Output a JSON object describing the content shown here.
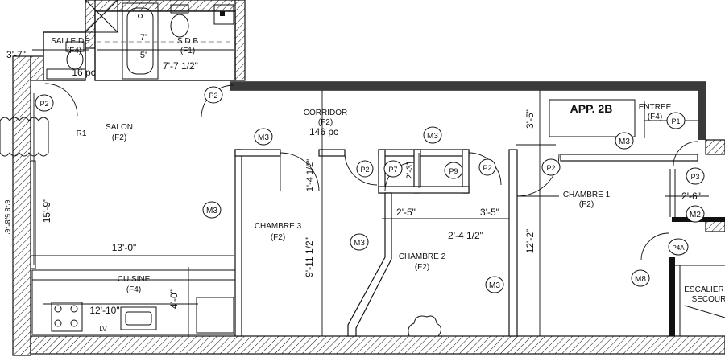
{
  "plan": {
    "unit_label": "APP. 2B",
    "rooms": {
      "salon": {
        "name": "SALON",
        "code": "(F2)"
      },
      "corridor": {
        "name": "CORRIDOR",
        "code": "(F2)",
        "area": "146 pc"
      },
      "chambre1": {
        "name": "CHAMBRE 1",
        "code": "(F2)"
      },
      "chambre2": {
        "name": "CHAMBRE 2",
        "code": "(F2)"
      },
      "chambre3": {
        "name": "CHAMBRE 3",
        "code": "(F2)"
      },
      "cuisine": {
        "name": "CUISINE",
        "code": "(F4)"
      },
      "entree": {
        "name": "ENTREE",
        "code": "(F4)"
      },
      "sdb": {
        "name": "S.D.B",
        "code": "(F1)"
      },
      "salle_deau": {
        "name": "SALLE DE…",
        "code": "(F4)",
        "area": "16 pc"
      },
      "escalier": {
        "line1": "ESCALIER",
        "line2": "SECOUR"
      }
    },
    "dimensions": {
      "top_left": "3'-7\"",
      "sdb_width": "7'-7 1/2\"",
      "sdb_small": "7'",
      "sdb_small2": "5'",
      "salon_height": "15'-9\"",
      "salon_width": "13'-0\"",
      "corridor_a": "1'-4 1/2\"",
      "closet_depth": "2'-3\"",
      "closet_a": "2'-5\"",
      "closet_b": "3'-5\"",
      "closet_c": "2'-4 1/2\"",
      "chambre3_height": "9'-11 1/2\"",
      "chambre1_height": "12'-2\"",
      "entree_height": "3'-5\"",
      "right_a": "2'-6\"",
      "cuisine_width": "12'-10\"",
      "cuisine_height": "4'-0\"",
      "left_side": "6'-8 5/8\"-6'"
    },
    "tags": {
      "m3_a": "M3",
      "m3_b": "M3",
      "m3_c": "M3",
      "m3_d": "M3",
      "m3_e": "M3",
      "m3_f": "M3",
      "m2": "M2",
      "m8": "M8",
      "p1": "P1",
      "p2_a": "P2",
      "p2_b": "P2",
      "p2_c": "P2",
      "p2_d": "P2",
      "p2_e": "P2",
      "p3": "P3",
      "p4a": "P4A",
      "p7": "P7",
      "p9": "P9",
      "r1": "R1",
      "lv": "LV"
    }
  }
}
